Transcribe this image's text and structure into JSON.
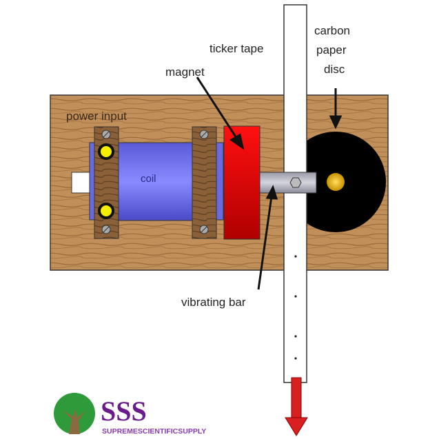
{
  "labels": {
    "ticker_tape": "ticker tape",
    "carbon_line1": "carbon",
    "carbon_line2": "paper",
    "carbon_line3": "disc",
    "magnet": "magnet",
    "power_input": "power input",
    "coil": "coil",
    "vibrating_bar": "vibrating bar"
  },
  "logo": {
    "initials": "SSS",
    "name": "SUPREMESCIENTIFICSUPPLY"
  },
  "colors": {
    "wood": "#b98a55",
    "coil": "#7f7fef",
    "magnet": "#e00000",
    "disc": "#000000",
    "arrow": "#d92020",
    "logo_purple": "#6a1b8a",
    "logo_green": "#2e9a3a"
  }
}
